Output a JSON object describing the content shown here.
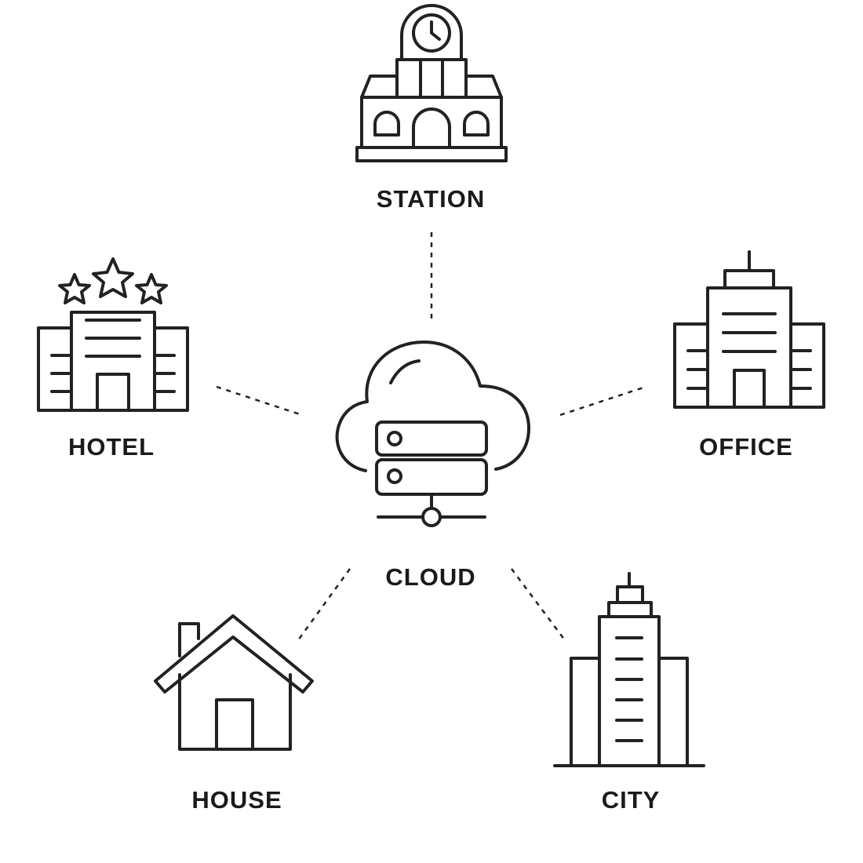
{
  "nodes": {
    "station": {
      "label": "STATION",
      "icon": "train-station-icon"
    },
    "hotel": {
      "label": "HOTEL",
      "icon": "hotel-icon"
    },
    "office": {
      "label": "OFFICE",
      "icon": "office-building-icon"
    },
    "cloud": {
      "label": "CLOUD",
      "icon": "cloud-server-icon"
    },
    "house": {
      "label": "HOUSE",
      "icon": "house-icon"
    },
    "city": {
      "label": "CITY",
      "icon": "city-skyscraper-icon"
    }
  },
  "colors": {
    "stroke": "#222222",
    "background": "#ffffff"
  }
}
